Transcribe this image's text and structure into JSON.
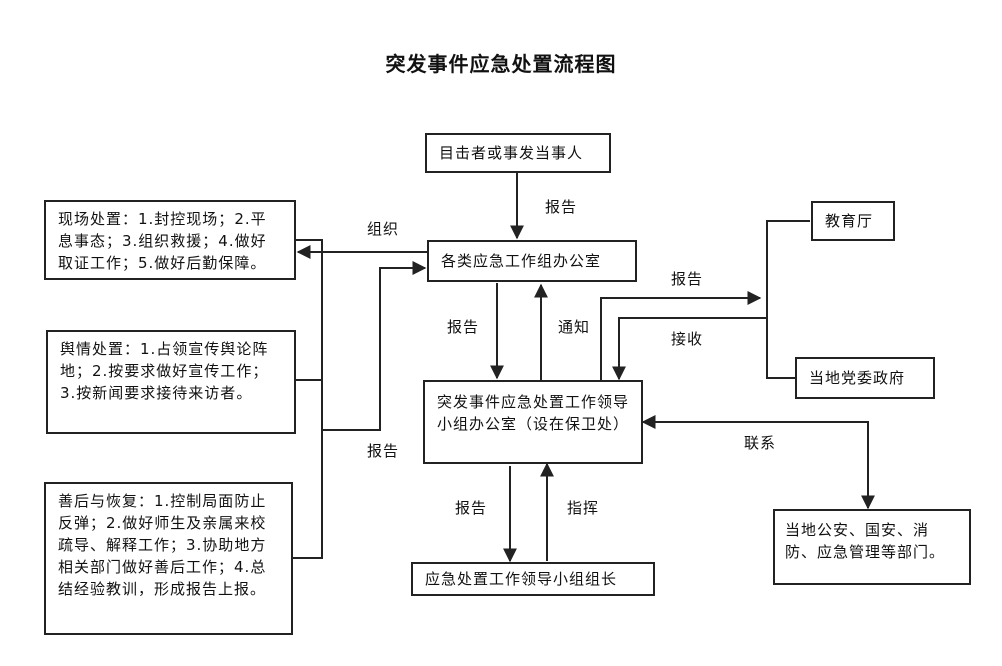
{
  "title": "突发事件应急处置流程图",
  "nodes": {
    "witness": "目击者或事发当事人",
    "office": "各类应急工作组办公室",
    "leader_office": "突发事件应急处置工作领导小组办公室（设在保卫处）",
    "leader": "应急处置工作领导小组组长",
    "education": "教育厅",
    "party_gov": "当地党委政府",
    "police": "当地公安、国安、消防、应急管理等部门。",
    "scene": "现场处置：1.封控现场；2.平息事态；3.组织救援；4.做好取证工作；5.做好后勤保障。",
    "opinion": "舆情处置：1.占领宣传舆论阵地；2.按要求做好宣传工作；3.按新闻要求接待来访者。",
    "recovery": "善后与恢复：1.控制局面防止反弹；2.做好师生及亲属来校疏导、解释工作；3.协助地方相关部门做好善后工作；4.总结经验教训，形成报告上报。"
  },
  "edge_labels": {
    "report_witness": "报告",
    "organize": "组织",
    "report_left": "报告",
    "report_down": "报告",
    "notify": "通知",
    "report_right": "报告",
    "receive": "接收",
    "liaison": "联系",
    "report_leader": "报告",
    "command": "指挥"
  }
}
